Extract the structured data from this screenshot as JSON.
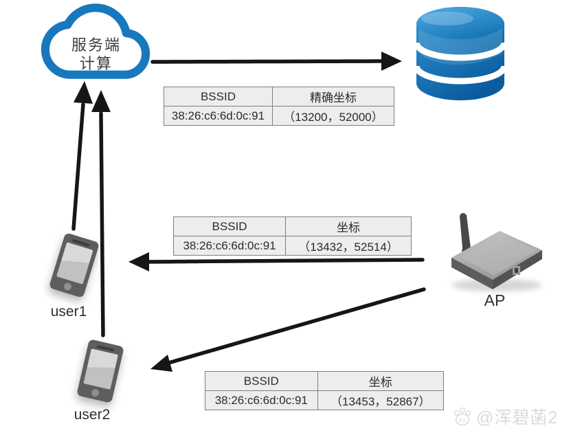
{
  "cloud": {
    "line1": "服务端",
    "line2": "计算"
  },
  "labels": {
    "user1": "user1",
    "user2": "user2",
    "ap": "AP"
  },
  "tables": {
    "server": {
      "col1": "BSSID",
      "col2": "精确坐标",
      "bssid": "38:26:c6:6d:0c:91",
      "coord": "（13200，52000）"
    },
    "user1": {
      "col1": "BSSID",
      "col2": "坐标",
      "bssid": "38:26:c6:6d:0c:91",
      "coord": "（13432，52514）"
    },
    "user2": {
      "col1": "BSSID",
      "col2": "坐标",
      "bssid": "38:26:c6:6d:0c:91",
      "coord": "（13453，52867）"
    }
  },
  "watermark": {
    "text": "@浑碧菡2",
    "logo_text": "du"
  },
  "icons": {
    "cloud": "cloud-icon",
    "database": "database-icon",
    "phones": "smartphone-icon",
    "ap": "access-point-icon",
    "watermark_logo": "baidu-paw-icon"
  },
  "colors": {
    "cloud_blue": "#1878be",
    "database_blue_top": "#3ba0dc",
    "database_blue_bottom": "#0b5c9e",
    "arrow_black": "#161616",
    "table_bg": "#ededed",
    "device_gray": "#5e5e5e",
    "watermark_gray": "#dadada"
  }
}
